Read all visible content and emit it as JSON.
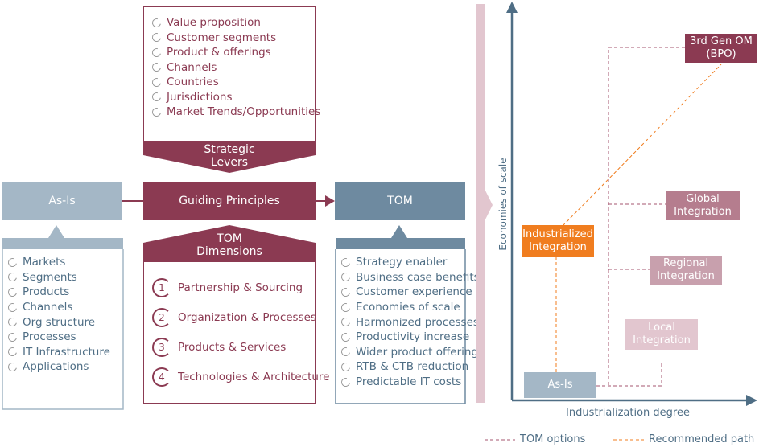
{
  "strategic_levers": {
    "items": [
      "Value proposition",
      "Customer segments",
      "Product & offerings",
      "Channels",
      "Countries",
      "Jurisdictions",
      "Market Trends/Opportunities"
    ],
    "label_line1": "Strategic",
    "label_line2": "Levers"
  },
  "as_is": {
    "title": "As-Is",
    "items": [
      "Markets",
      "Segments",
      "Products",
      "Channels",
      "Org structure",
      "Processes",
      "IT Infrastructure",
      "Applications"
    ]
  },
  "guiding_principles": {
    "title": "Guiding Principles"
  },
  "tom_dimensions": {
    "label_line1": "TOM",
    "label_line2": "Dimensions",
    "items": [
      {
        "num": "1",
        "label": "Partnership & Sourcing"
      },
      {
        "num": "2",
        "label": "Organization & Processes"
      },
      {
        "num": "3",
        "label": "Products & Services"
      },
      {
        "num": "4",
        "label": "Technologies & Architecture"
      }
    ]
  },
  "tom": {
    "title": "TOM",
    "items": [
      "Strategy enabler",
      "Business case benefits",
      "Customer experience",
      "Economies of scale",
      "Harmonized processes",
      "Productivity increase",
      "Wider product offering",
      "RTB & CTB reduction",
      "Predictable IT costs"
    ]
  },
  "chart": {
    "y_axis_label": "Economies of scale",
    "x_axis_label": "Industrialization degree",
    "boxes": {
      "as_is": "As-Is",
      "industrialized_l1": "Industrialized",
      "industrialized_l2": "Integration",
      "local_l1": "Local",
      "local_l2": "Integration",
      "regional_l1": "Regional",
      "regional_l2": "Integration",
      "global_l1": "Global",
      "global_l2": "Integration",
      "gen3_l1": "3rd Gen OM",
      "gen3_l2": "(BPO)"
    },
    "legend": {
      "tom_options": "TOM options",
      "recommended_path": "Recommended path"
    }
  },
  "colors": {
    "maroon": "#8b3a52",
    "steel": "#6e8aa0",
    "light_steel": "#a4b7c6",
    "orange": "#f07d1f",
    "axis": "#4f6e85"
  }
}
